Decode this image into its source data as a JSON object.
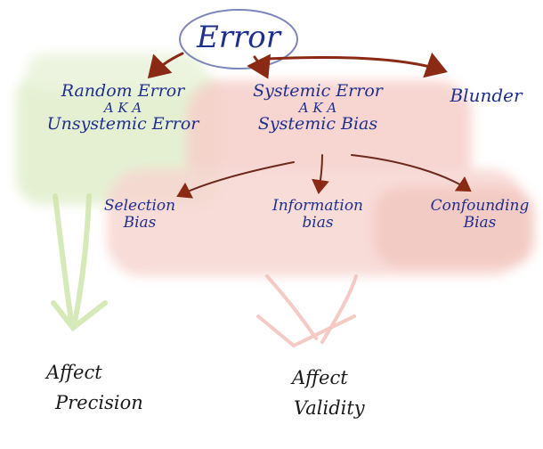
{
  "root": {
    "text": "Error"
  },
  "categories": {
    "random": {
      "lines": [
        "Random Error",
        "A K A",
        "Unsystemic Error"
      ]
    },
    "systemic": {
      "lines": [
        "Systemic Error",
        "A K A",
        "Systemic Bias"
      ]
    },
    "blunder": {
      "lines": [
        "Blunder"
      ]
    }
  },
  "subtypes": {
    "selection": {
      "lines": [
        "Selection",
        "Bias"
      ]
    },
    "information": {
      "lines": [
        "Information",
        "bias"
      ]
    },
    "confounding": {
      "lines": [
        "Confounding",
        "Bias"
      ]
    }
  },
  "effects": {
    "precision": {
      "lines": [
        "Affect",
        "Precision"
      ]
    },
    "validity": {
      "lines": [
        "Affect",
        "Validity"
      ]
    }
  },
  "colors": {
    "ink_blue": "#1f2f8f",
    "arrow_red": "#8a2a14",
    "green_wash": "#dcebc6",
    "red_wash": "#f4c9c4",
    "green_stroke": "#c9e2a6",
    "pink_stroke": "#f0b8b0"
  }
}
